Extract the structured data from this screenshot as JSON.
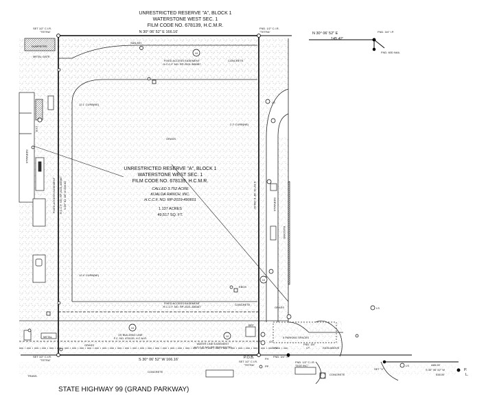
{
  "title": {
    "line1": "UNRESTRICTED RESERVE \"A\", BLOCK 1",
    "line2": "WATERSTONE WEST SEC. 1",
    "line3": "FILM CODE NO. 678139, H.C.M.R."
  },
  "center": {
    "line1": "UNRESTRICTED RESERVE \"A\", BLOCK 1",
    "line2": "WATERSTONE WEST SEC. 1",
    "line3": "FILM CODE NO. 678139, H.C.M.R.",
    "called1": "CALLED 3.752 ACRE",
    "called2": "KUALOA RANCH, INC.",
    "called3": "H.C.C.F. NO. RP-2019-490601",
    "acres": "1.137 ACRES",
    "sqft": "49,517 SQ. FT."
  },
  "bearings": {
    "north": "N 30° 06' 52\" E  166.16'",
    "south": "S 30° 06' 52\" W  166.16'",
    "west": "N 59° 51' 08\" W  298.00'",
    "east": "S 59° 51' 08\" E  298.00'",
    "ne_bearing": "N 30° 06' 52\" E",
    "ne_dist": "145.42'",
    "se_bearing": "S 30° 06' 52\" W",
    "se_dist": "538.00'",
    "se_dist_small": "A85.00'"
  },
  "monuments": {
    "set_nw": "SET 1/2\" C.I.R.",
    "set_nw_sub": "\"TETRA\"",
    "fnd_ne": "FND. 1/2\" C.I.R.",
    "fnd_ne_sub": "\"TETRA\"",
    "fnd_ip_top": "FND. 3/4\" I.P.",
    "fnd_nail": "FND. 60D NAIL",
    "set_sw": "SET 1/2\" C.I.R.",
    "set_sw_sub": "\"TETRA\"",
    "pob": "P.O.B.",
    "set_se": "SET 1/2\" C.I.R.",
    "set_se_sub": "\"TETRA\"",
    "fnd_ip_se": "FND. 3/4\" I.P.",
    "fnd_cir_se": "FND. 1/2\" C.I.R.",
    "fnd_cir_se_sub": "\"DGE INC\"",
    "fnd_34": "FND. 3/4\"",
    "fnd_34_sub": "I.P.",
    "set_x": "SET \"X\"",
    "pl": "P.",
    "pl_sub": "L."
  },
  "labels": {
    "dumpster": "DUMPSTER",
    "metal_gate": "METAL GATE",
    "san_mh": "SAN-MH",
    "concrete": "CONCRETE",
    "grass": "GRASS",
    "fixed_access_1": "FIXED ACCESS EASEMENT",
    "fixed_access_1_ref": "H.C.C.F. NO. RP-2021-385387",
    "fixed_access_2": "FIXED ACCESS EASEMENT",
    "fixed_access_2_ref": "H.C.C.F. NO. RP-2021-385387",
    "fixed_access_west": "FIXED ACCESS EASEMENT",
    "fixed_access_west_ref": "H.C.C.F. NO. RP-2021-385387",
    "building_line": "25' BUILDING LINE",
    "building_line_ref": "F.C. NO. 678139, H.C.M.R.",
    "water_line": "WATER LINE EASEMENT",
    "water_line_ref": "H.C.C.F. NO. RP-2020-621700",
    "curb_nw": "12.1' CURB(NE)",
    "curb_ne": "2.2' CURB(NE)",
    "curb_sw": "12.4' CURB(NE)",
    "ebox": "EBOX",
    "parking": "5 PARKING SPACES",
    "sign_above": "SIGN ABOVE",
    "building": "BUILDING",
    "metal": "METAL",
    "bfp": "BFP",
    "wm": "WM",
    "gv": "GV",
    "ls": "LS",
    "sidewalk": "SIDEWALK",
    "ccs": "CCS",
    "trans": "TRANS.",
    "pp": "PP",
    "fh": "FH",
    "highway": "STATE HIGHWAY 99 (GRAND PARKWAY)"
  },
  "markers": {
    "m10a": "10",
    "m10b": "10",
    "m10c": "10",
    "m10d": "10"
  }
}
